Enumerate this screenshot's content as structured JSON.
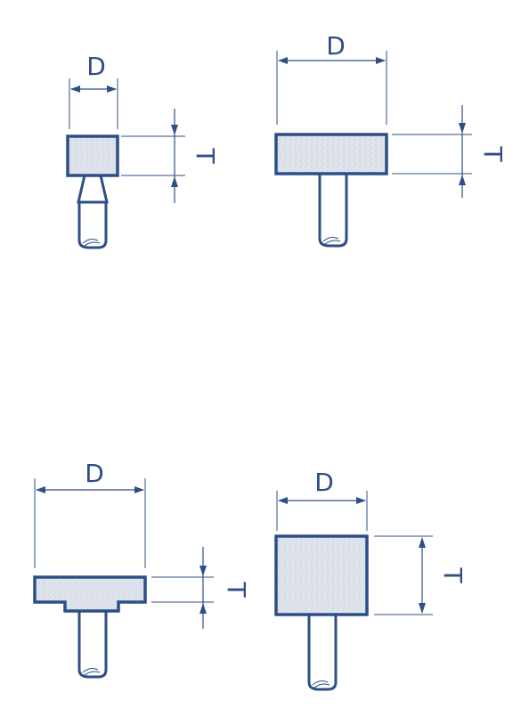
{
  "colors": {
    "ink": "#2d4f86",
    "stone_fill": "#dde3ea"
  },
  "figures": [
    {
      "name": "cylindrical-small",
      "diameter_label": "D",
      "thickness_label": "T"
    },
    {
      "name": "cylindrical-wide",
      "diameter_label": "D",
      "thickness_label": "T"
    },
    {
      "name": "disc-stepped",
      "diameter_label": "D",
      "thickness_label": "T"
    },
    {
      "name": "cylindrical-square",
      "diameter_label": "D",
      "thickness_label": "T"
    }
  ]
}
